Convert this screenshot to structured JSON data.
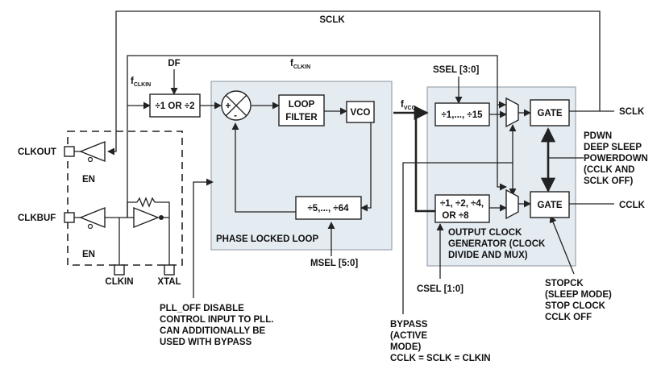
{
  "colors": {
    "region_fill": "#e4ebf1",
    "line": "#222222"
  },
  "labels": {
    "sclk_top": "SCLK",
    "fclkin_top": "f",
    "fclkin_top_sub": "CLKIN",
    "df": "DF",
    "fclkin_left": "f",
    "fclkin_left_sub": "CLKIN",
    "ssel": "SSEL [3:0]",
    "fvco": "f",
    "fvco_sub": "VCO",
    "sclk_out": "SCLK",
    "cclk_out": "CCLK",
    "clkout": "CLKOUT",
    "clkbuf": "CLKBUF",
    "en1": "EN",
    "en2": "EN",
    "clkin": "CLKIN",
    "xtal": "XTAL",
    "msel": "MSEL [5:0]",
    "csel": "CSEL [1:0]",
    "pll_region": "PHASE LOCKED LOOP",
    "ocg_line1": "OUTPUT CLOCK",
    "ocg_line2": "GENERATOR (CLOCK",
    "ocg_line3": "DIVIDE AND MUX)",
    "sum_plus": "+",
    "sum_minus": "-"
  },
  "blocks": {
    "div12": "÷1 OR ÷2",
    "loop_filter_1": "LOOP",
    "loop_filter_2": "FILTER",
    "vco": "VCO",
    "div_fb": "÷5,..., ÷64",
    "div_s": "÷1,..., ÷15",
    "div_c_1": "÷1, ÷2, ÷4,",
    "div_c_2": "OR ÷8",
    "gate_s": "GATE",
    "gate_c": "GATE"
  },
  "notes": {
    "pdwn": [
      "PDWN",
      "DEEP SLEEP",
      "POWERDOWN",
      "(CCLK AND",
      "SCLK OFF)"
    ],
    "pll_off": [
      "PLL_OFF DISABLE",
      "CONTROL INPUT TO PLL.",
      "CAN ADDITIONALLY BE",
      "USED WITH BYPASS"
    ],
    "bypass": [
      "BYPASS",
      "(ACTIVE",
      "MODE)",
      "CCLK = SCLK = CLKIN"
    ],
    "stopck": [
      "STOPCK",
      "(SLEEP MODE)",
      "STOP CLOCK",
      "CCLK OFF"
    ]
  }
}
